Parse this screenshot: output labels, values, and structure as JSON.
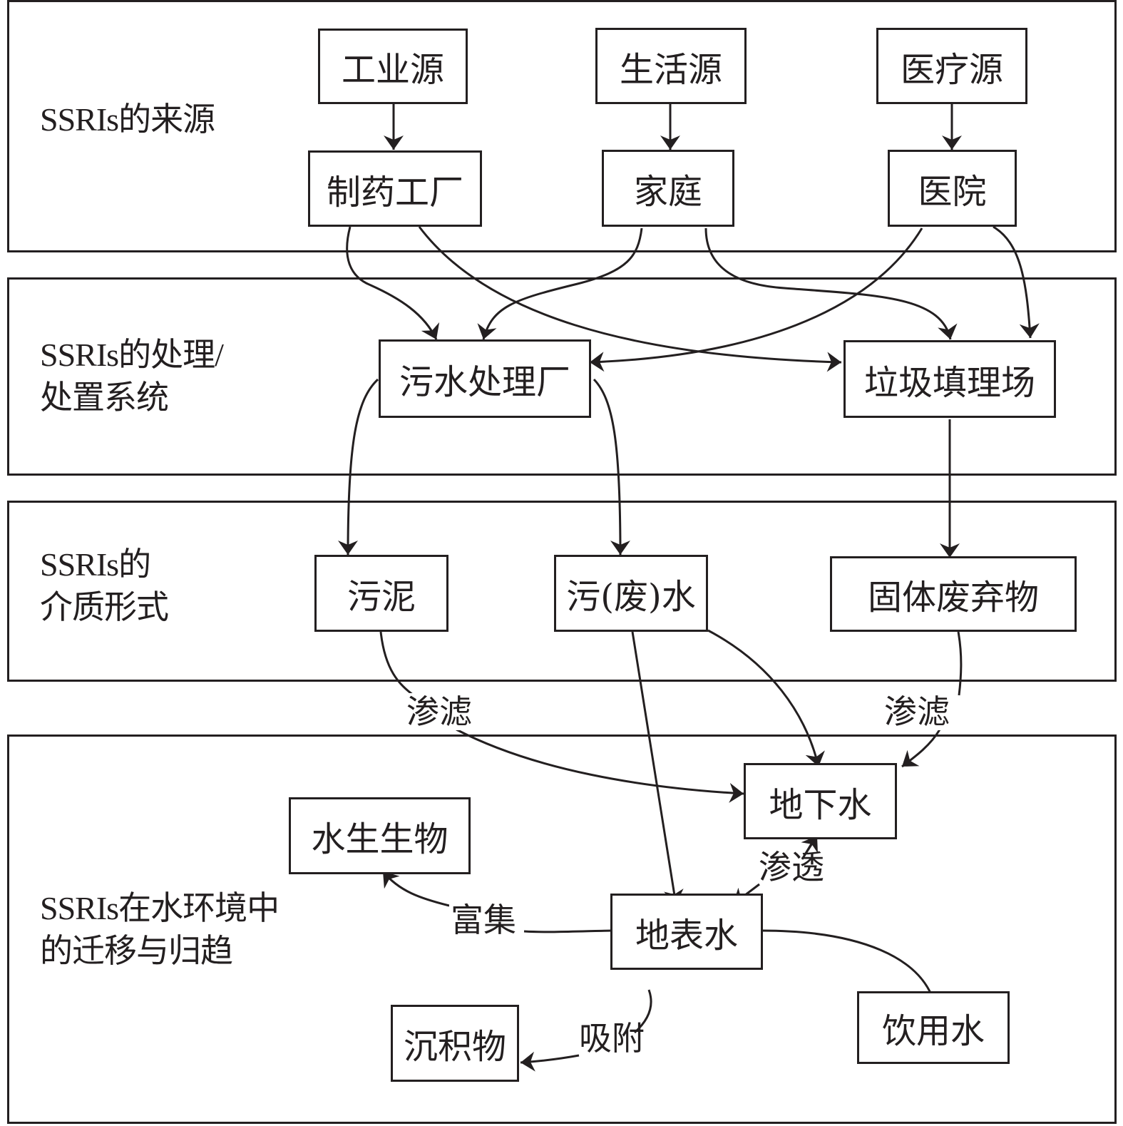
{
  "layers": [
    {
      "id": "sources",
      "label": "SSRIs的来源"
    },
    {
      "id": "treatment",
      "label": "SSRIs的处理/\n处置系统"
    },
    {
      "id": "media",
      "label": "SSRIs的\n介质形式"
    },
    {
      "id": "fate",
      "label": "SSRIs在水环境中\n的迁移与归趋"
    }
  ],
  "nodes": {
    "industrial_source": "工业源",
    "domestic_source": "生活源",
    "medical_source": "医疗源",
    "pharma_factory": "制药工厂",
    "household": "家庭",
    "hospital": "医院",
    "wastewater_plant": "污水处理厂",
    "landfill": "垃圾填理场",
    "sludge": "污泥",
    "wastewater": "污(废)水",
    "solid_waste": "固体废弃物",
    "groundwater": "地下水",
    "aquatic_organisms": "水生生物",
    "surface_water": "地表水",
    "sediment": "沉积物",
    "drinking_water": "饮用水"
  },
  "edge_labels": {
    "leach_sludge": "渗滤",
    "leach_solid": "渗滤",
    "infiltration": "渗透",
    "bioaccumulation": "富集",
    "adsorption": "吸附"
  },
  "edges": [
    {
      "from": "industrial_source",
      "to": "pharma_factory"
    },
    {
      "from": "domestic_source",
      "to": "household"
    },
    {
      "from": "medical_source",
      "to": "hospital"
    },
    {
      "from": "pharma_factory",
      "to": "wastewater_plant"
    },
    {
      "from": "pharma_factory",
      "to": "landfill"
    },
    {
      "from": "household",
      "to": "wastewater_plant"
    },
    {
      "from": "household",
      "to": "landfill"
    },
    {
      "from": "hospital",
      "to": "wastewater_plant"
    },
    {
      "from": "hospital",
      "to": "landfill"
    },
    {
      "from": "wastewater_plant",
      "to": "sludge"
    },
    {
      "from": "wastewater_plant",
      "to": "wastewater"
    },
    {
      "from": "landfill",
      "to": "solid_waste"
    },
    {
      "from": "sludge",
      "to": "groundwater",
      "label": "渗滤"
    },
    {
      "from": "wastewater",
      "to": "groundwater"
    },
    {
      "from": "wastewater",
      "to": "surface_water"
    },
    {
      "from": "solid_waste",
      "to": "groundwater",
      "label": "渗滤"
    },
    {
      "from": "groundwater",
      "to": "surface_water",
      "label": "渗透",
      "bidirectional": true
    },
    {
      "from": "surface_water",
      "to": "aquatic_organisms",
      "label": "富集"
    },
    {
      "from": "surface_water",
      "to": "sediment",
      "label": "吸附"
    },
    {
      "from": "surface_water",
      "to": "drinking_water"
    }
  ]
}
